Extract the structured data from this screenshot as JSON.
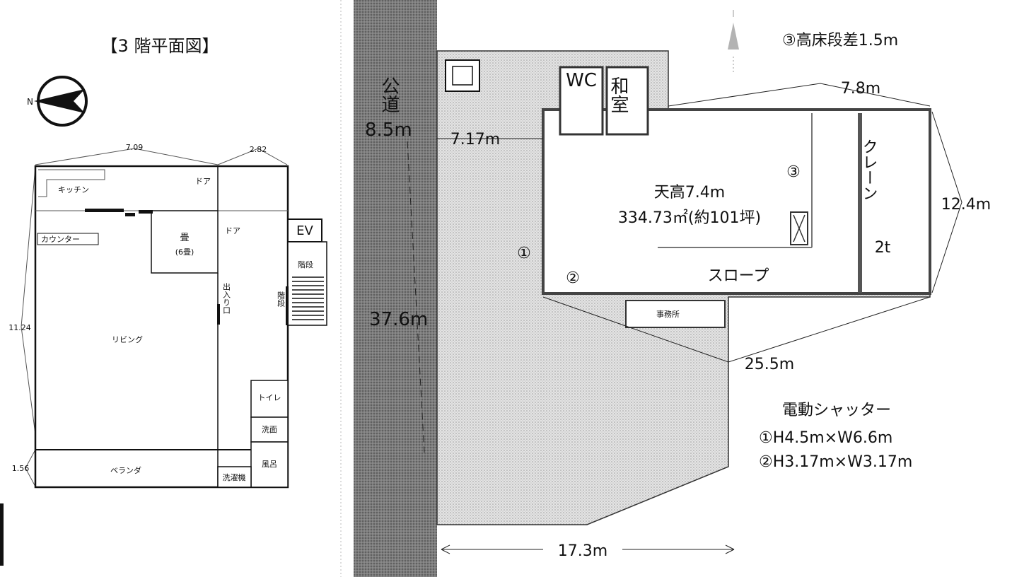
{
  "floor3": {
    "title": "【3 階平面図】",
    "compass_letter": "N",
    "dims": {
      "top_width": "7.09",
      "top_right_width": "2.82",
      "left_height": "11.24",
      "bottom_left": "1.56"
    },
    "rooms": {
      "kitchen": "キッチン",
      "door_top": "ドア",
      "door_mid": "ドア",
      "counter": "カウンター",
      "tatami_line1": "畳",
      "tatami_line2": "(6畳)",
      "ev": "EV",
      "stairs": "階段",
      "entrance": "出入り口",
      "living": "リビング",
      "toilet": "トイレ",
      "washroom": "洗面",
      "bath": "風呂",
      "veranda": "ベランダ",
      "laundry": "洗濯機",
      "stairs_side": "階段"
    }
  },
  "site": {
    "road_label": "公道",
    "road_width": "8.5m",
    "road_length": "37.6m",
    "dim_7_17": "7.17m",
    "dim_7_8": "7.8m",
    "dim_12_4": "12.4m",
    "dim_25_5": "25.5m",
    "dim_17_3": "17.3m",
    "wc": "WC",
    "washitsu": "和室",
    "crane_line1": "クレーン",
    "crane_line2": "2t",
    "ceiling": "天高7.4m",
    "area": "334.73㎡(約101坪)",
    "slope": "スロープ",
    "marker_1": "①",
    "marker_2": "②",
    "marker_3": "③",
    "room_small": "事務所",
    "legend_top": "③高床段差1.5m",
    "shutter_title": "電動シャッター",
    "shutter_1": "①H4.5m×W6.6m",
    "shutter_2": "②H3.17m×W3.17m"
  },
  "colors": {
    "road": "#8a8a8a",
    "lot": "#d9d9d9",
    "line": "#111111"
  }
}
